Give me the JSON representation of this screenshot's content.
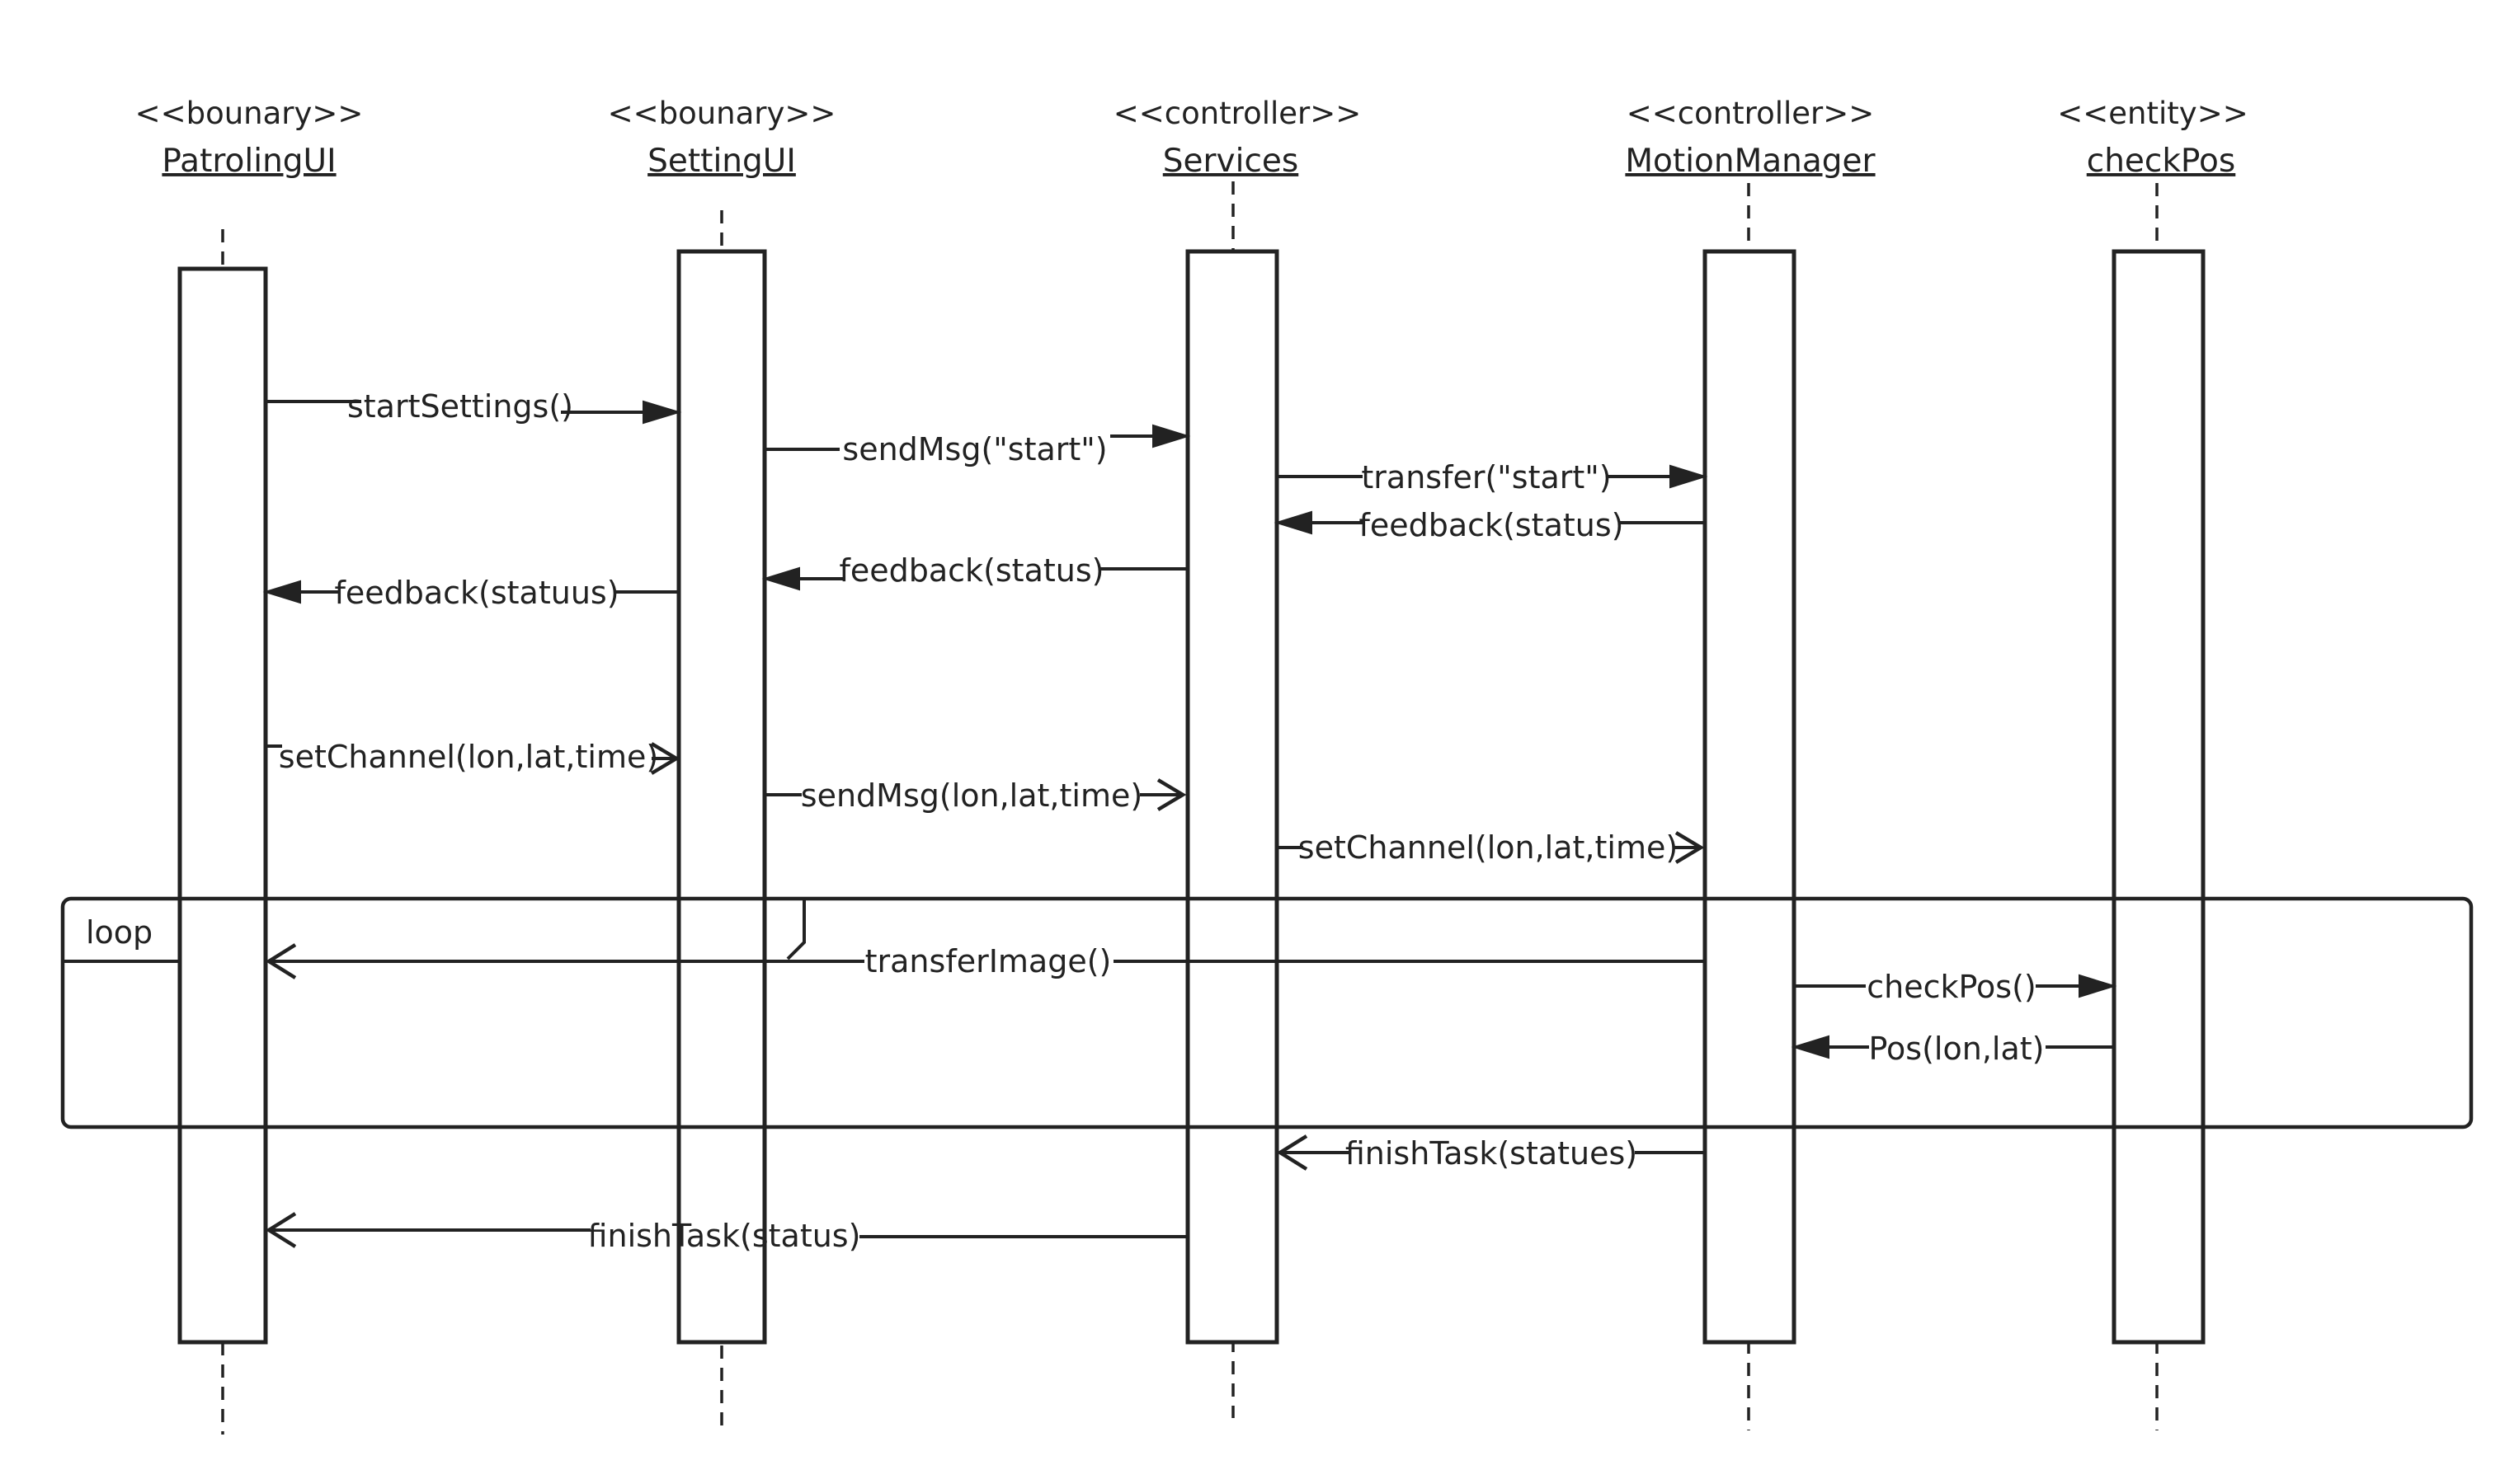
{
  "participants": [
    {
      "id": "patroling",
      "stereotype": "<<bounary>>",
      "name": "PatrolingUI"
    },
    {
      "id": "setting",
      "stereotype": "<<bounary>>",
      "name": "SettingUI"
    },
    {
      "id": "services",
      "stereotype": "<<controller>>",
      "name": "Services"
    },
    {
      "id": "motion",
      "stereotype": "<<controller>>",
      "name": "MotionManager"
    },
    {
      "id": "checkpos",
      "stereotype": "<<entity>>",
      "name": "checkPos"
    }
  ],
  "fragment": {
    "type": "loop",
    "label": "loop"
  },
  "messages": [
    {
      "id": "m1",
      "from": "patroling",
      "to": "setting",
      "label": "startSettings()",
      "arrow": "filled"
    },
    {
      "id": "m2",
      "from": "setting",
      "to": "services",
      "label": "sendMsg(\"start\")",
      "arrow": "filled"
    },
    {
      "id": "m3",
      "from": "services",
      "to": "motion",
      "label": "transfer(\"start\")",
      "arrow": "filled"
    },
    {
      "id": "m4",
      "from": "motion",
      "to": "services",
      "label": "feedback(status)",
      "arrow": "filled"
    },
    {
      "id": "m5",
      "from": "services",
      "to": "setting",
      "label": "feedback(status)",
      "arrow": "filled"
    },
    {
      "id": "m6",
      "from": "setting",
      "to": "patroling",
      "label": "feedback(statuus)",
      "arrow": "filled"
    },
    {
      "id": "m7",
      "from": "patroling",
      "to": "setting",
      "label": "setChannel(lon,lat,time)",
      "arrow": "open"
    },
    {
      "id": "m8",
      "from": "setting",
      "to": "services",
      "label": "sendMsg(lon,lat,time)",
      "arrow": "open"
    },
    {
      "id": "m9",
      "from": "services",
      "to": "motion",
      "label": "setChannel(lon,lat,time)",
      "arrow": "open"
    },
    {
      "id": "m10",
      "from": "motion",
      "to": "patroling",
      "label": "transferImage()",
      "arrow": "open"
    },
    {
      "id": "m11",
      "from": "motion",
      "to": "checkpos",
      "label": "checkPos()",
      "arrow": "filled"
    },
    {
      "id": "m12",
      "from": "checkpos",
      "to": "motion",
      "label": "Pos(lon,lat)",
      "arrow": "filled"
    },
    {
      "id": "m13",
      "from": "motion",
      "to": "services",
      "label": "finishTask(statues)",
      "arrow": "open"
    },
    {
      "id": "m14",
      "from": "services",
      "to": "patroling",
      "label": "finishTask(status)",
      "arrow": "open"
    }
  ]
}
